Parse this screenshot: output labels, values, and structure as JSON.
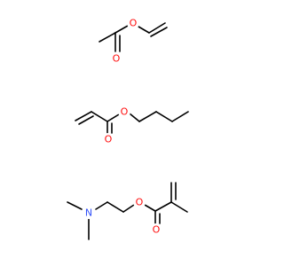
{
  "structures": [
    {
      "name": "vinyl-acetate",
      "atoms": [
        {
          "symbol": "O",
          "color": "#ff0d0d"
        },
        {
          "symbol": "O",
          "color": "#ff0d0d"
        }
      ]
    },
    {
      "name": "butyl-acrylate",
      "atoms": [
        {
          "symbol": "O",
          "color": "#ff0d0d"
        },
        {
          "symbol": "O",
          "color": "#ff0d0d"
        }
      ]
    },
    {
      "name": "dimethylaminoethyl-methacrylate",
      "atoms": [
        {
          "symbol": "N",
          "color": "#3050f8"
        },
        {
          "symbol": "O",
          "color": "#ff0d0d"
        },
        {
          "symbol": "O",
          "color": "#ff0d0d"
        }
      ]
    }
  ]
}
